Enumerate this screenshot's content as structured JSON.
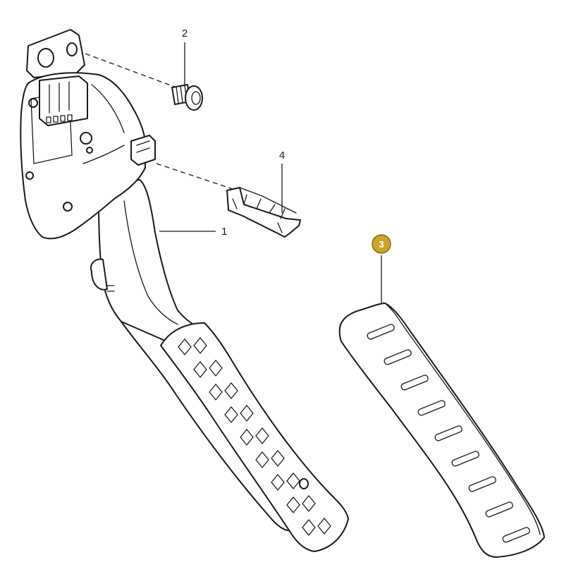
{
  "diagram": {
    "callouts": [
      {
        "id": "1",
        "label": "1"
      },
      {
        "id": "2",
        "label": "2"
      },
      {
        "id": "3",
        "label": "3",
        "highlighted": true
      },
      {
        "id": "4",
        "label": "4"
      }
    ],
    "colors": {
      "line": "#1a1a1a",
      "background": "#ffffff",
      "highlight_fill": "#c9a52e",
      "highlight_stroke": "#8a6d12",
      "highlight_text": "#ffffff"
    }
  }
}
